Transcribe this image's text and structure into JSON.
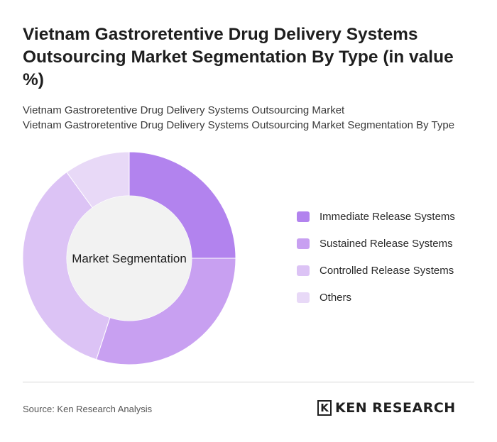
{
  "header": {
    "title": "Vietnam Gastroretentive Drug Delivery Systems Outsourcing Market Segmentation By Type (in value %)",
    "subtitle_line1": "Vietnam Gastroretentive Drug Delivery Systems Outsourcing Market",
    "subtitle_line2": "Vietnam Gastroretentive Drug Delivery Systems Outsourcing Market Segmentation By Type"
  },
  "chart_data": {
    "type": "pie",
    "variant": "donut",
    "center_label": "Market Segmentation",
    "categories": [
      "Immediate Release Systems",
      "Sustained Release Systems",
      "Controlled Release Systems",
      "Others"
    ],
    "values": [
      25,
      30,
      35,
      10
    ],
    "colors": [
      "#b283ee",
      "#c8a0f1",
      "#dcc3f5",
      "#e8d9f7"
    ],
    "legend_position": "right"
  },
  "footer": {
    "source": "Source: Ken Research Analysis",
    "logo_mark": "K",
    "logo_text": "KEN RESEARCH"
  }
}
